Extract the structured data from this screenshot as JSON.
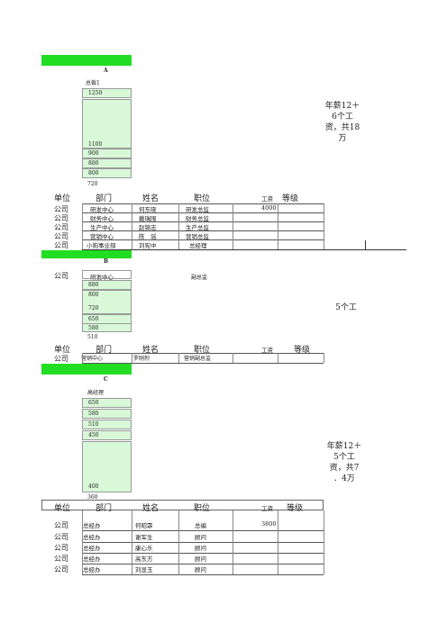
{
  "section_a": {
    "letter": "A",
    "sub": "总裁1",
    "levels": [
      "1250",
      "1100",
      "900",
      "880",
      "800"
    ],
    "bottom": "720",
    "note": [
      "年薪12＋",
      "6个工",
      "资，共18",
      "万"
    ],
    "headers": [
      "单位",
      "部门",
      "姓名",
      "职位",
      "工资",
      "等级"
    ],
    "rows": [
      {
        "unit": "公司",
        "dept": "研发中心",
        "name": "何东晓",
        "title": "研发总监",
        "pay": "4000"
      },
      {
        "unit": "公司",
        "dept": "财务中心",
        "name": "戴瑞围",
        "title": "财务总监",
        "pay": ""
      },
      {
        "unit": "公司",
        "dept": "生产中心",
        "name": "赵锦志",
        "title": "生产总监",
        "pay": ""
      },
      {
        "unit": "公司",
        "dept": "营销中心",
        "name": "陈　谣",
        "title": "营销总监",
        "pay": ""
      },
      {
        "unit": "公司",
        "dept": "小狗事业部",
        "name": "刘宪中",
        "title": "总经理",
        "pay": ""
      }
    ]
  },
  "section_b": {
    "letter": "B",
    "top_unit": "公司",
    "top_dept": "研发中心",
    "top_title": "副总监",
    "levels": [
      "880",
      "800",
      "720",
      "650",
      "580"
    ],
    "bottom": "510",
    "note": "5个工",
    "headers": [
      "单位",
      "部门",
      "姓名",
      "职位",
      "工资",
      "等级"
    ],
    "rows": [
      {
        "unit": "公司",
        "dept": "营销中心",
        "name": "罗刚烈",
        "title": "营销副总监",
        "pay": ""
      }
    ]
  },
  "section_c": {
    "letter": "C",
    "sub": "高经理",
    "levels": [
      "650",
      "580",
      "510",
      "450",
      "400"
    ],
    "bottom": "360",
    "note": [
      "年薪12＋",
      "5个工",
      "资，共7",
      "．4万"
    ],
    "headers": [
      "单位",
      "部门",
      "姓名",
      "职位",
      "工资",
      "等级"
    ],
    "rows": [
      {
        "unit": "公司",
        "dept": "总经办",
        "name": "何昭霏",
        "title": "总编",
        "pay": "3800"
      },
      {
        "unit": "公司",
        "dept": "总经办",
        "name": "谢军生",
        "title": "顾问",
        "pay": ""
      },
      {
        "unit": "公司",
        "dept": "总经办",
        "name": "康心乐",
        "title": "顾问",
        "pay": ""
      },
      {
        "unit": "公司",
        "dept": "总经办",
        "name": "高东方",
        "title": "顾问",
        "pay": ""
      },
      {
        "unit": "公司",
        "dept": "总经办",
        "name": "刘显玉",
        "title": "顾问",
        "pay": ""
      }
    ]
  }
}
